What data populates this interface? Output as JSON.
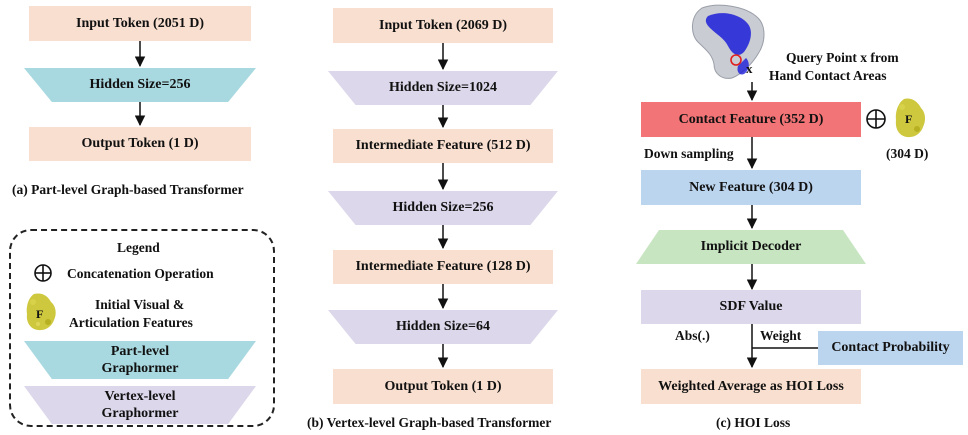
{
  "panel_a": {
    "input": "Input Token (2051 D)",
    "hidden": "Hidden Size=256",
    "output": "Output Token (1 D)",
    "caption": "(a) Part-level Graph-based Transformer"
  },
  "legend": {
    "title": "Legend",
    "concat": "Concatenation Operation",
    "features_line1": "Initial Visual &",
    "features_line2": "Articulation Features",
    "part_line1": "Part-level",
    "part_line2": "Graphormer",
    "vertex_line1": "Vertex-level",
    "vertex_line2": "Graphormer",
    "f_letter": "F"
  },
  "panel_b": {
    "input": "Input Token (2069 D)",
    "hidden1": "Hidden Size=1024",
    "inter1": "Intermediate Feature (512 D)",
    "hidden2": "Hidden Size=256",
    "inter2": "Intermediate Feature (128 D)",
    "hidden3": "Hidden Size=64",
    "output": "Output Token (1 D)",
    "caption": "(b) Vertex-level Graph-based Transformer"
  },
  "panel_c": {
    "query_line1": "Query Point x from",
    "query_line2": "Hand Contact Areas",
    "x_label": "x",
    "contact_feature": "Contact Feature (352 D)",
    "f_letter": "F",
    "f_dim": "(304 D)",
    "down_sampling": "Down sampling",
    "new_feature": "New Feature (304 D)",
    "implicit_decoder": "Implicit Decoder",
    "sdf_value": "SDF Value",
    "abs_label": "Abs(.)",
    "weight_label": "Weight",
    "contact_probability": "Contact Probability",
    "weighted_average": "Weighted Average as HOI Loss",
    "caption": "(c) HOI Loss"
  },
  "colors": {
    "peach": "#f9dfcf",
    "lavender": "#dcd7ea",
    "teal": "#a9d9e0",
    "light_blue": "#bcd5ee",
    "red": "#f27476",
    "green": "#c7e5c1",
    "feature_blob": "#c9c22a",
    "hand_blue": "#1d1dd8"
  }
}
